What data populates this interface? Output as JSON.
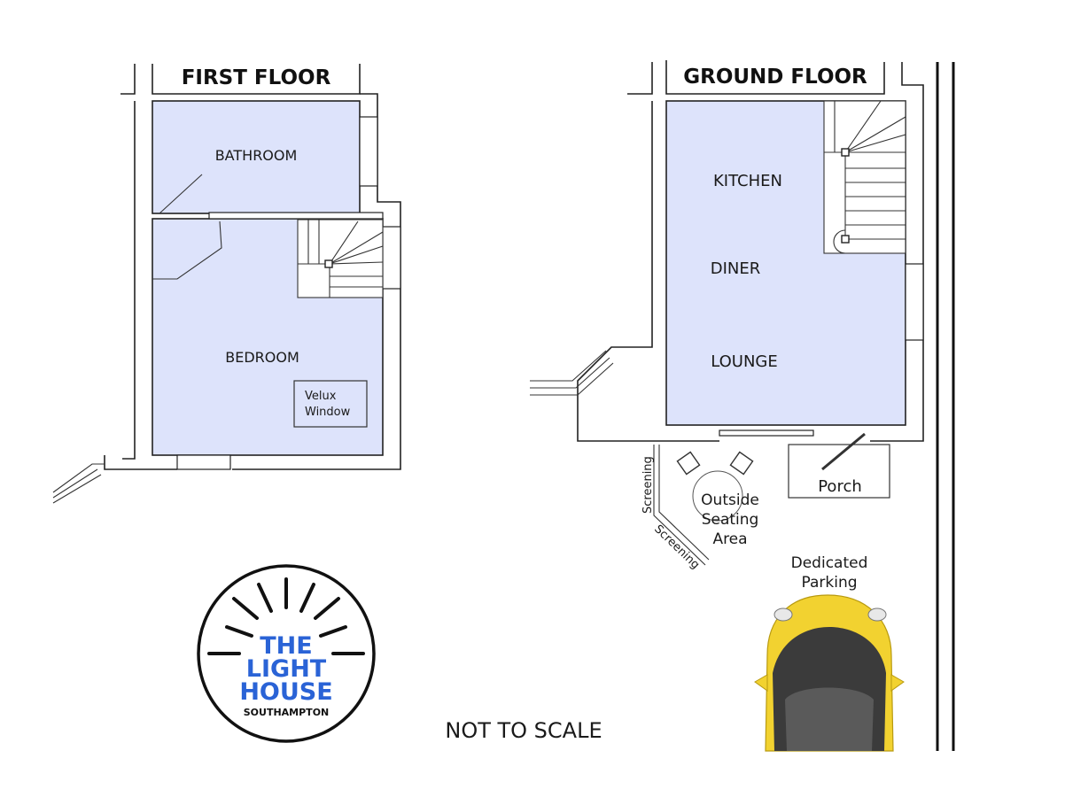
{
  "floors": {
    "first": {
      "title": "FIRST FLOOR",
      "bathroom": "BATHROOM",
      "bedroom": "BEDROOM",
      "velux_line1": "Velux",
      "velux_line2": "Window"
    },
    "ground": {
      "title": "GROUND FLOOR",
      "kitchen": "KITCHEN",
      "diner": "DINER",
      "lounge": "LOUNGE",
      "porch": "Porch",
      "screening_1": "Screening",
      "screening_2": "Screening",
      "seating_line1": "Outside",
      "seating_line2": "Seating",
      "seating_line3": "Area",
      "parking_line1": "Dedicated",
      "parking_line2": "Parking"
    }
  },
  "logo": {
    "line1": "THE",
    "line2": "LIGHT",
    "line3": "HOUSE",
    "line4": "SOUTHAMPTON",
    "color": "#2a63d6"
  },
  "footer": {
    "scale_note": "NOT TO SCALE"
  },
  "colors": {
    "room_fill": "#dde3fb",
    "car_body": "#f2d230"
  }
}
